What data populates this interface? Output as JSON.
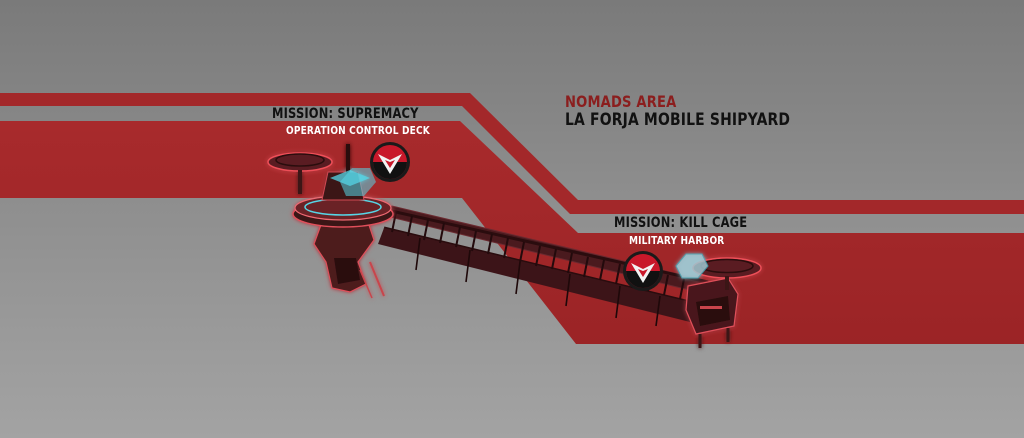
{
  "area": {
    "name": "NOMADS AREA",
    "title": "LA FORJA MOBILE SHIPYARD"
  },
  "missions": [
    {
      "title": "MISSION: SUPREMACY",
      "location": "OPERATION CONTROL DECK",
      "faction_icon": "faction-chevron-emblem"
    },
    {
      "title": "MISSION: KILL CAGE",
      "location": "MILITARY HARBOR",
      "faction_icon": "faction-chevron-emblem"
    }
  ],
  "colors": {
    "band_red": "#a3282a",
    "label_dark": "#111111",
    "area_red": "#8b1e1e",
    "emblem_red": "#c8182a",
    "structure_red": "#5a1e22",
    "hologram_cyan": "#56d6e6"
  }
}
